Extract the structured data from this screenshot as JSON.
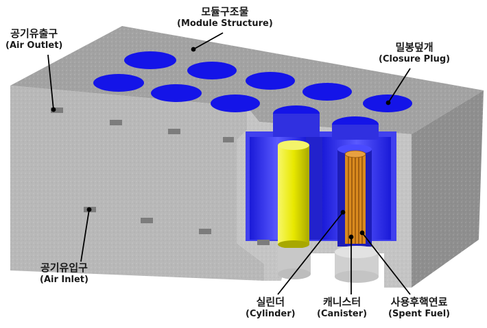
{
  "labels": {
    "module_structure": {
      "ko": "모듈구조물",
      "en": "(Module Structure)"
    },
    "air_outlet": {
      "ko": "공기유출구",
      "en": "(Air Outlet)"
    },
    "closure_plug": {
      "ko": "밀봉덮개",
      "en": "(Closure Plug)"
    },
    "air_inlet": {
      "ko": "공기유입구",
      "en": "(Air Inlet)"
    },
    "cylinder": {
      "ko": "실린더",
      "en": "(Cylinder)"
    },
    "canister": {
      "ko": "캐니스터",
      "en": "(Canister)"
    },
    "spent_fuel": {
      "ko": "사용후핵연료",
      "en": "(Spent Fuel)"
    }
  },
  "colors": {
    "concrete_top": "#9c9c9c",
    "concrete_front": "#b6b6b6",
    "concrete_side": "#8d8d8d",
    "plug_blue": "#1515e6",
    "cavity_blue": "#3b3bf0",
    "cylinder_yellow": "#e6e600",
    "fuel_orange": "#d98a1e"
  }
}
